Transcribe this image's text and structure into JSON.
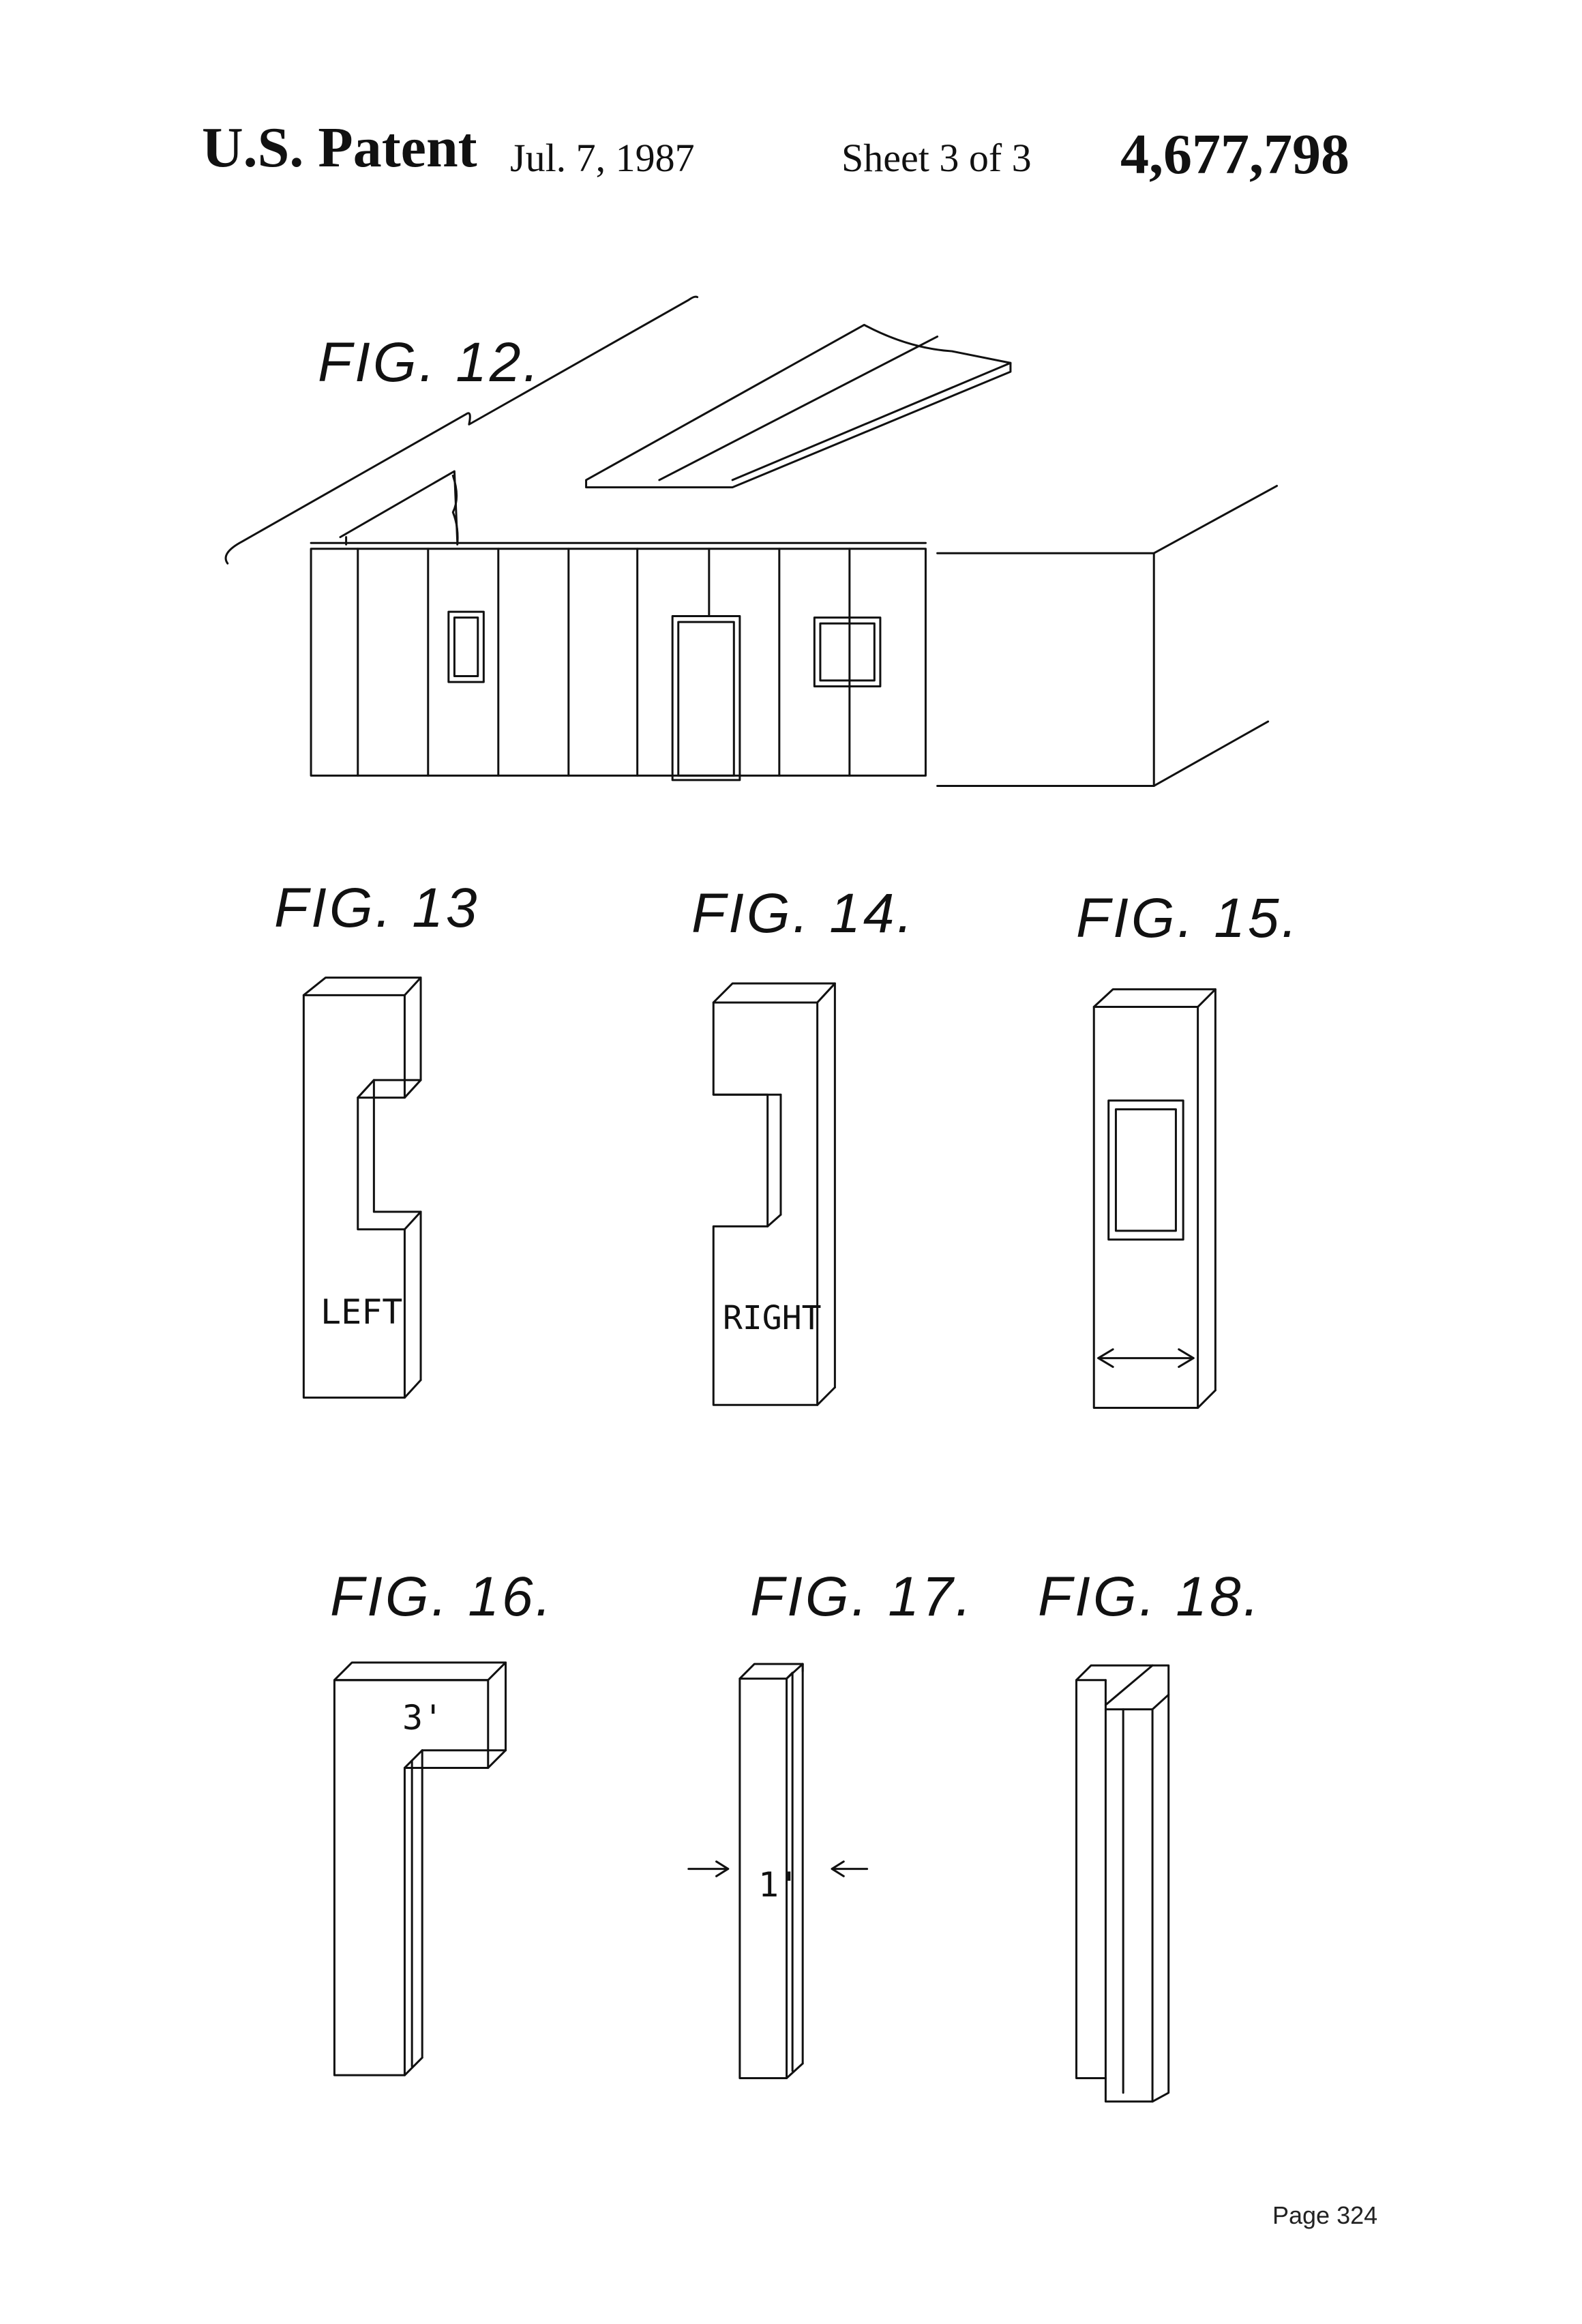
{
  "header": {
    "title": "U.S. Patent",
    "date": "Jul. 7, 1987",
    "sheet": "Sheet 3 of 3",
    "patent_number": "4,677,798"
  },
  "figures": {
    "fig12": "FIG. 12.",
    "fig13": "FIG. 13",
    "fig14": "FIG. 14.",
    "fig15": "FIG. 15.",
    "fig16": "FIG. 16.",
    "fig17": "FIG. 17.",
    "fig18": "FIG. 18."
  },
  "labels": {
    "left": "LEFT",
    "right": "RIGHT",
    "three_ft": "3'",
    "one_ft": "1'"
  },
  "footer": {
    "page": "Page 324"
  }
}
